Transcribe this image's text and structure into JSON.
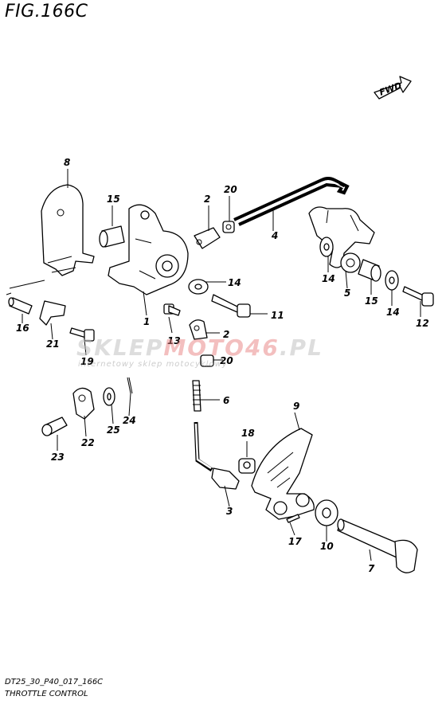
{
  "figure": {
    "title": "FIG.166C"
  },
  "footer": {
    "code": "DT25_30_P40_017_166C",
    "name": "THROTTLE CONTROL"
  },
  "fwd_label": "FWD",
  "watermark": {
    "main_a": "SKLEP",
    "main_b": "MOTO46",
    "main_c": ".PL",
    "sub": "internetowy sklep motocyklowy"
  },
  "callouts": [
    "1",
    "2",
    "2",
    "3",
    "4",
    "5",
    "6",
    "7",
    "8",
    "9",
    "10",
    "11",
    "12",
    "13",
    "14",
    "14",
    "14",
    "15",
    "15",
    "16",
    "17",
    "18",
    "19",
    "20",
    "20",
    "21",
    "22",
    "23",
    "24",
    "25"
  ]
}
